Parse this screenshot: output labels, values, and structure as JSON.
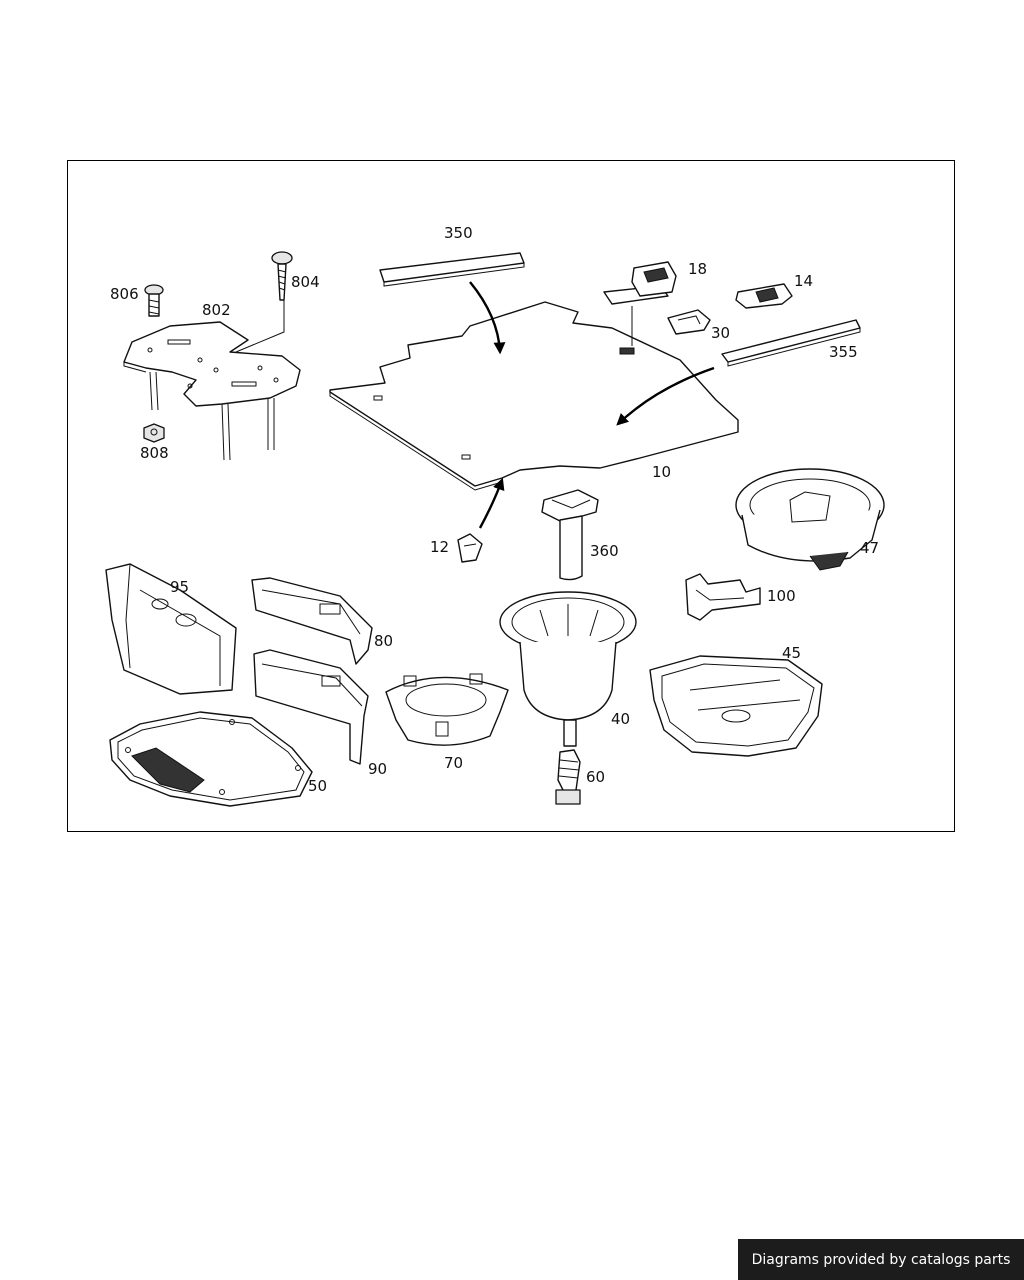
{
  "diagram": {
    "callouts": {
      "p350": "350",
      "p804": "804",
      "p806": "806",
      "p802": "802",
      "p808": "808",
      "p18": "18",
      "p14": "14",
      "p30": "30",
      "p355": "355",
      "p10": "10",
      "p12": "12",
      "p360": "360",
      "p47": "47",
      "p95": "95",
      "p80": "80",
      "p100": "100",
      "p45": "45",
      "p40": "40",
      "p70": "70",
      "p90": "90",
      "p50": "50",
      "p60": "60"
    },
    "colors": {
      "line": "#111111",
      "background": "#ffffff"
    }
  },
  "footer": {
    "text": "Diagrams provided by catalogs parts"
  }
}
